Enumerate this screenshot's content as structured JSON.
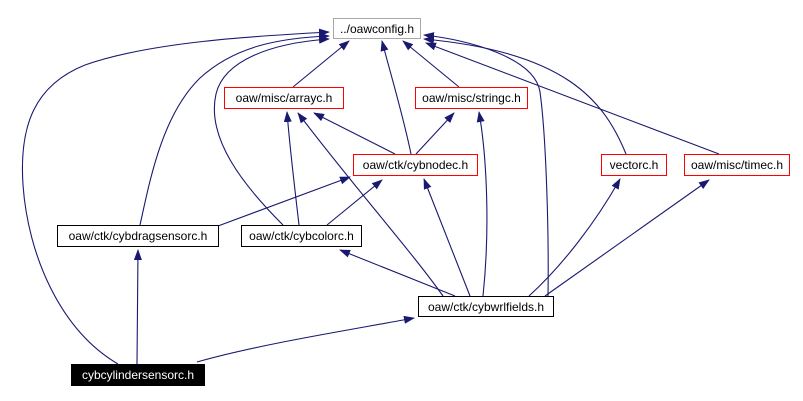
{
  "graph": {
    "title": "include dependency graph",
    "nodes": [
      {
        "id": "oawconfig",
        "label": "../oawconfig.h",
        "style": "plain"
      },
      {
        "id": "arrayc",
        "label": "oaw/misc/arrayc.h",
        "style": "red"
      },
      {
        "id": "stringc",
        "label": "oaw/misc/stringc.h",
        "style": "red"
      },
      {
        "id": "cybnodec",
        "label": "oaw/ctk/cybnodec.h",
        "style": "red"
      },
      {
        "id": "vectorc",
        "label": "vectorc.h",
        "style": "red"
      },
      {
        "id": "timec",
        "label": "oaw/misc/timec.h",
        "style": "red"
      },
      {
        "id": "cybdragsensorc",
        "label": "oaw/ctk/cybdragsensorc.h",
        "style": "black"
      },
      {
        "id": "cybcolorc",
        "label": "oaw/ctk/cybcolorc.h",
        "style": "black"
      },
      {
        "id": "cybwrlfields",
        "label": "oaw/ctk/cybwrlfields.h",
        "style": "black"
      },
      {
        "id": "cybcylindersensorc",
        "label": "cybcylindersensorc.h",
        "style": "current"
      }
    ],
    "edges": [
      {
        "from": "arrayc",
        "to": "oawconfig"
      },
      {
        "from": "stringc",
        "to": "oawconfig"
      },
      {
        "from": "cybnodec",
        "to": "oawconfig"
      },
      {
        "from": "cybnodec",
        "to": "arrayc"
      },
      {
        "from": "cybnodec",
        "to": "stringc"
      },
      {
        "from": "vectorc",
        "to": "oawconfig"
      },
      {
        "from": "timec",
        "to": "oawconfig"
      },
      {
        "from": "cybdragsensorc",
        "to": "oawconfig"
      },
      {
        "from": "cybdragsensorc",
        "to": "cybnodec"
      },
      {
        "from": "cybcolorc",
        "to": "oawconfig"
      },
      {
        "from": "cybcolorc",
        "to": "arrayc"
      },
      {
        "from": "cybcolorc",
        "to": "cybnodec"
      },
      {
        "from": "cybwrlfields",
        "to": "oawconfig"
      },
      {
        "from": "cybwrlfields",
        "to": "arrayc"
      },
      {
        "from": "cybwrlfields",
        "to": "stringc"
      },
      {
        "from": "cybwrlfields",
        "to": "cybnodec"
      },
      {
        "from": "cybwrlfields",
        "to": "cybcolorc"
      },
      {
        "from": "cybwrlfields",
        "to": "vectorc"
      },
      {
        "from": "cybwrlfields",
        "to": "timec"
      },
      {
        "from": "cybcylindersensorc",
        "to": "oawconfig"
      },
      {
        "from": "cybcylindersensorc",
        "to": "cybdragsensorc"
      },
      {
        "from": "cybcylindersensorc",
        "to": "cybwrlfields"
      }
    ],
    "colors": {
      "edge": "#191970",
      "red_border": "#ff0000",
      "black_border": "#000000",
      "plain_border": "#a8a8a8",
      "current_bg": "#000000",
      "current_text": "#ffffff",
      "node_bg": "#ffffff",
      "node_text": "#000000",
      "background": "#ffffff"
    }
  }
}
